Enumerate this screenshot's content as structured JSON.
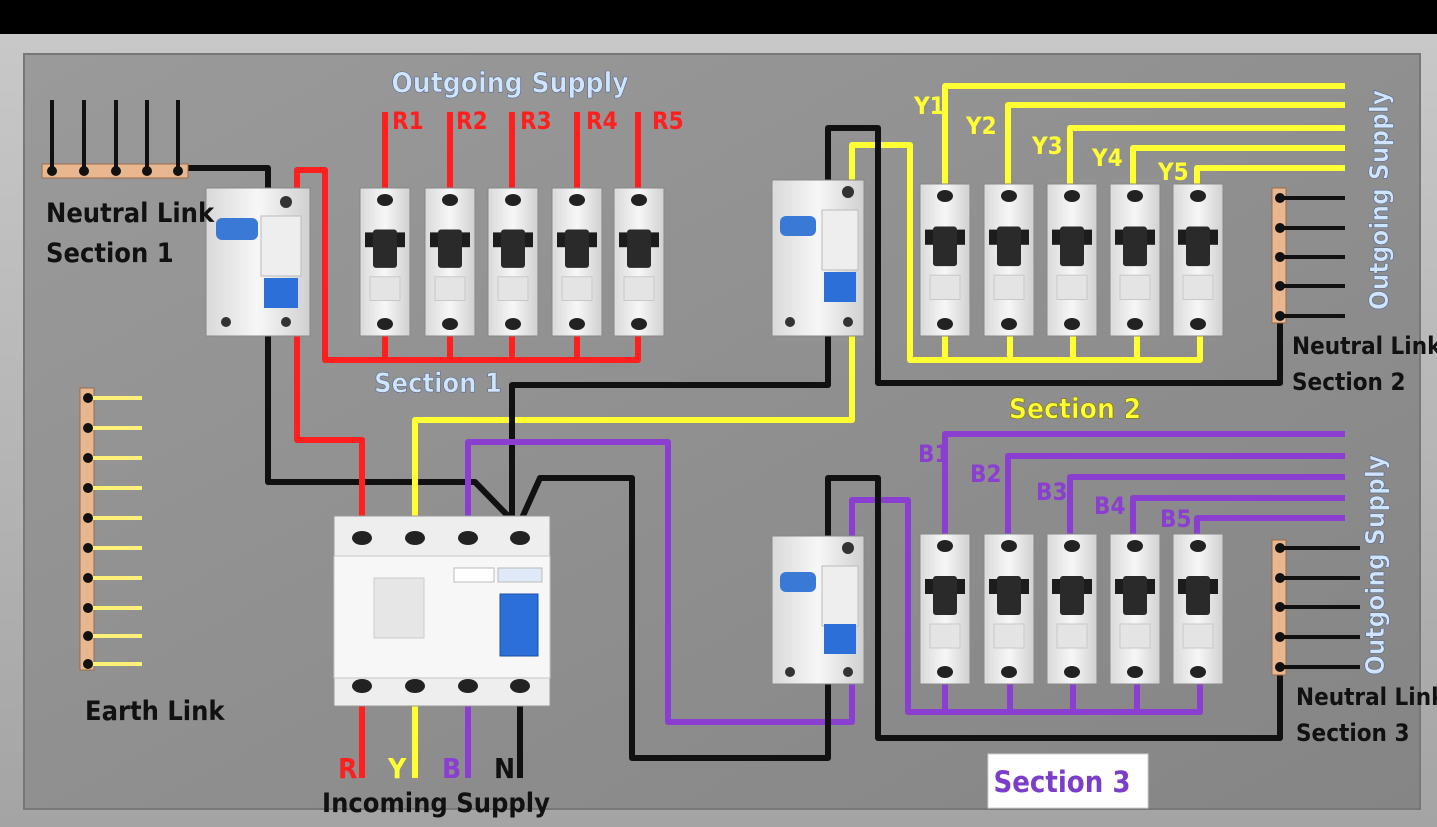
{
  "titles": {
    "outgoing_top": "Outgoing Supply",
    "outgoing_right_1": "Outgoing Supply",
    "outgoing_right_2": "Outgoing Supply",
    "section1": "Section 1",
    "section2": "Section 2",
    "section3": "Section 3",
    "incoming": "Incoming Supply"
  },
  "neutral_links": {
    "s1_line1": "Neutral Link",
    "s1_line2": "Section 1",
    "s2_line1": "Neutral Link",
    "s2_line2": "Section 2",
    "s3_line1": "Neutral Link",
    "s3_line2": "Section 3"
  },
  "earth_link": "Earth Link",
  "circuits": {
    "red": [
      "R1",
      "R2",
      "R3",
      "R4",
      "R5"
    ],
    "yellow": [
      "Y1",
      "Y2",
      "Y3",
      "Y4",
      "Y5"
    ],
    "blue": [
      "B1",
      "B2",
      "B3",
      "B4",
      "B5"
    ]
  },
  "incoming_phases": [
    "R",
    "Y",
    "B",
    "N"
  ],
  "colors": {
    "red": "#ff1f1f",
    "yellow": "#ffff33",
    "purple": "#8a3fd1",
    "black": "#111111",
    "label_light": "#cfe4ff",
    "panel": "#8d8d8d"
  }
}
